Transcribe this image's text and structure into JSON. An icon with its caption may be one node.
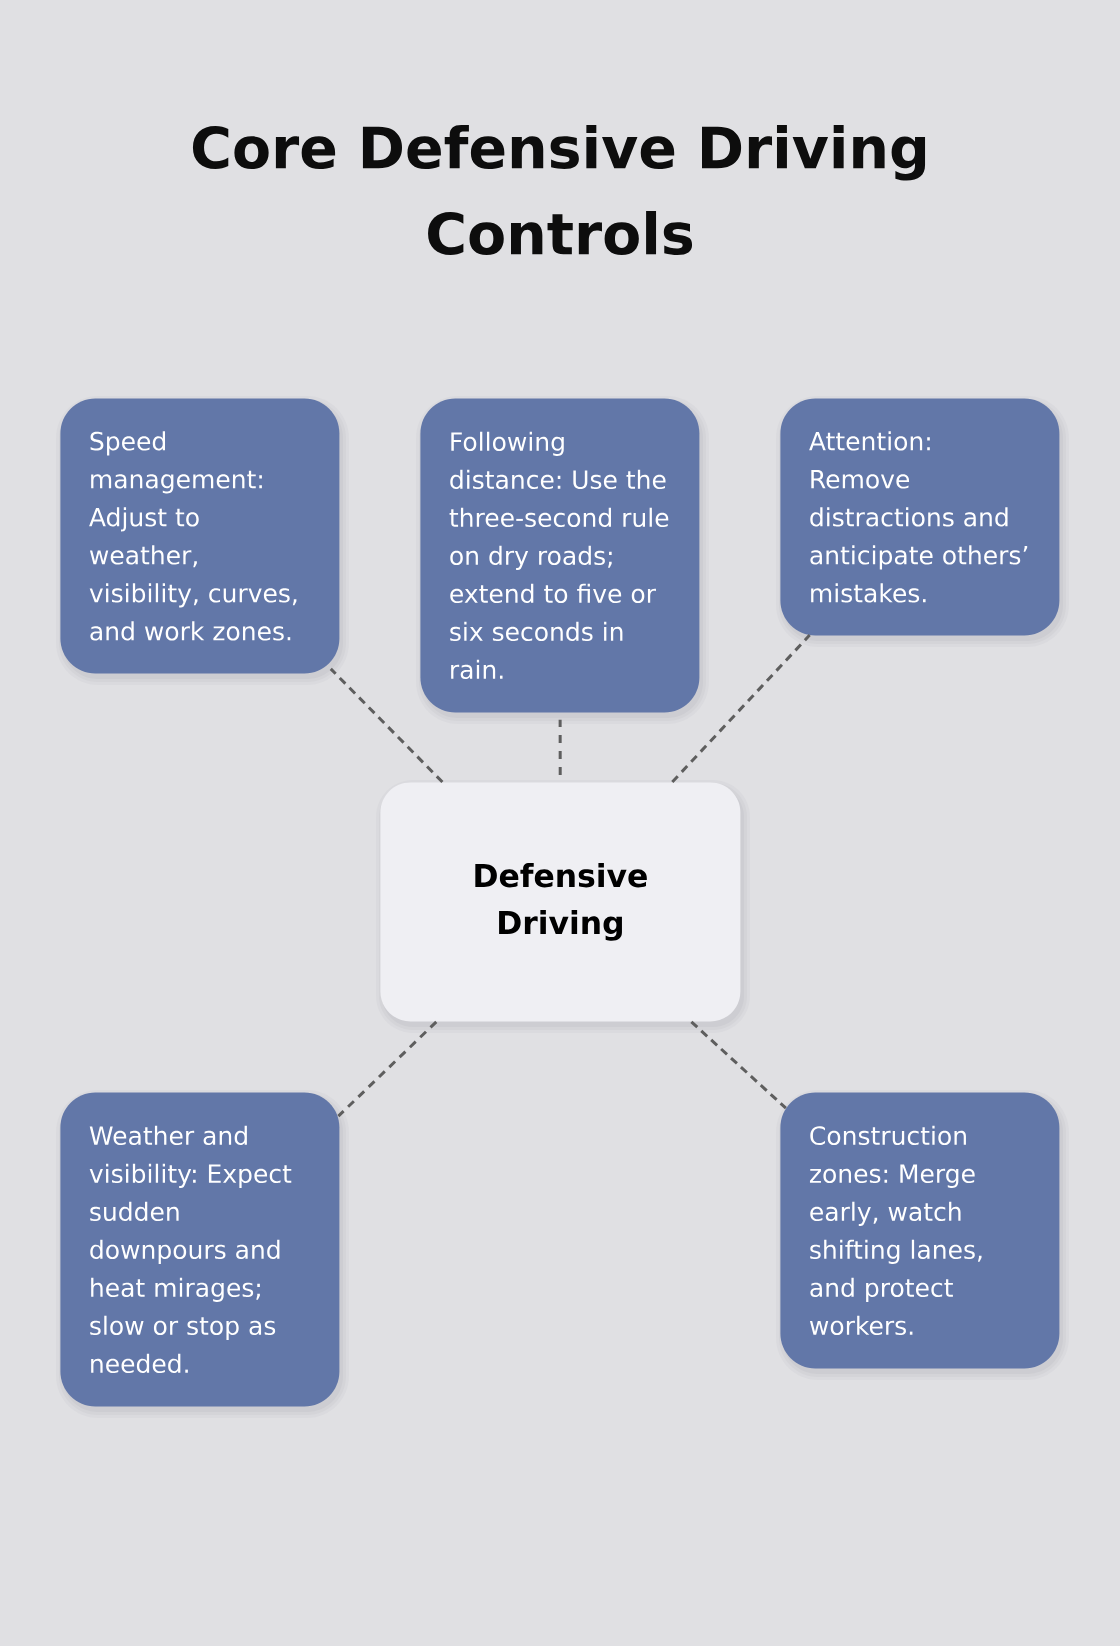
{
  "diagram": {
    "title": "Core Defensive Driving Controls",
    "nodes": [
      {
        "text": [
          "Speed management: Adjust to weather, visibility, curves, and work zones."
        ]
      },
      {
        "text": [
          "Following distance: Use the three-second rule on dry roads; extend to five or six seconds in rain."
        ]
      },
      {
        "text": [
          "Attention: Remove distractions and anticipate others’ mistakes."
        ]
      },
      {
        "text": [
          "Defensive Driving"
        ]
      },
      {
        "text": [
          "Weather and visibility: Expect sudden downpours and heat mirages; slow or stop as needed."
        ]
      },
      {
        "text": [
          "Construction zones: Merge early, watch shifting lanes, and protect workers."
        ]
      }
    ],
    "edges": [
      {
        "from": 3,
        "to": 0,
        "arrow": "none",
        "style": "dashed"
      },
      {
        "from": 3,
        "to": 1,
        "arrow": "none",
        "style": "dashed"
      },
      {
        "from": 3,
        "to": 2,
        "arrow": "none",
        "style": "dashed"
      },
      {
        "from": 3,
        "to": 4,
        "arrow": "none",
        "style": "dashed"
      },
      {
        "from": 3,
        "to": 5,
        "arrow": "none",
        "style": "dashed"
      }
    ]
  }
}
